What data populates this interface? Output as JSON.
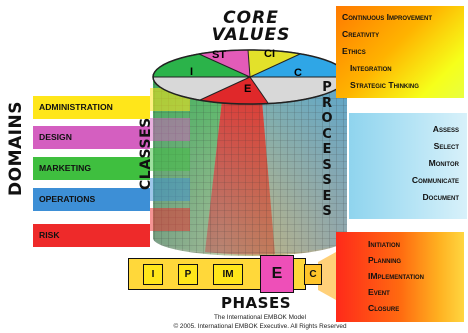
{
  "core_values": {
    "title_line1": "CORE",
    "title_line2": "VALUES",
    "pie_labels": [
      "ST",
      "CI",
      "I",
      "E",
      "C"
    ],
    "list": [
      "Continuous Improvement",
      "Creativity",
      "Ethics",
      "Integration",
      "Strategic Thinking"
    ],
    "gradient_start": "#ff7a00",
    "gradient_end": "#f6ff1a"
  },
  "domains": {
    "label": "DOMAINS",
    "items": [
      {
        "label": "ADMINISTRATION",
        "color": "#ffe61a"
      },
      {
        "label": "DESIGN",
        "color": "#d45fc0"
      },
      {
        "label": "MARKETING",
        "color": "#3fbf3f"
      },
      {
        "label": "OPERATIONS",
        "color": "#3d8fd6"
      },
      {
        "label": "RISK",
        "color": "#ee2a2a"
      }
    ]
  },
  "classes": {
    "label": "CLASSES"
  },
  "processes": {
    "label": "PROCESSES",
    "items": [
      "Assess",
      "Select",
      "Monitor",
      "Communicate",
      "Document"
    ],
    "color": "#8fd4ee"
  },
  "phases": {
    "label": "PHASES",
    "cells": [
      "I",
      "P",
      "IM",
      "E",
      "C"
    ],
    "items": [
      "Initiation",
      "Planning",
      "IMplementation",
      "Event",
      "Closure"
    ]
  },
  "caption": {
    "line1": "The International EMBOK Model",
    "line2": "© 2005. International EMBOK Executive. All Rights Reserved"
  }
}
